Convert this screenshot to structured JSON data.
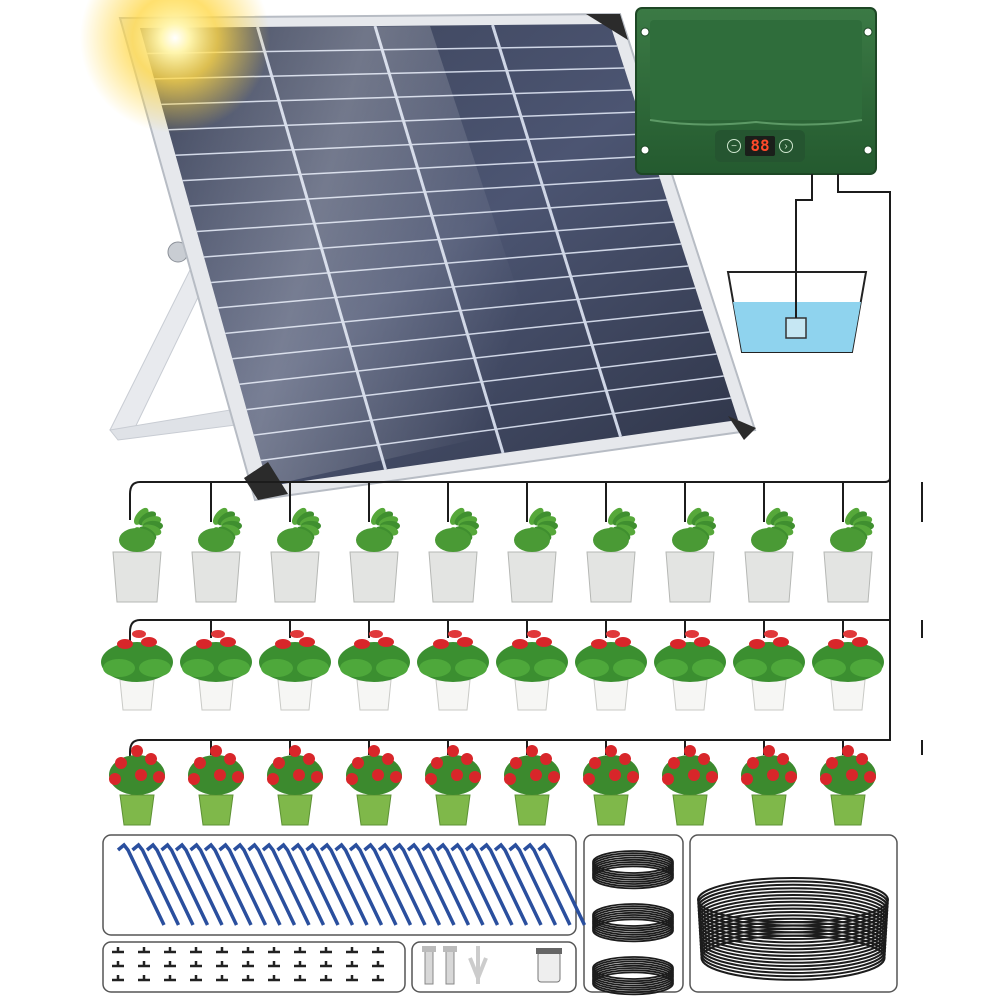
{
  "controller": {
    "display_value": "88",
    "left_button": "minus-icon",
    "right_button": "plus-icon"
  },
  "colors": {
    "controller_body": "#2f6b3a",
    "water": "#8fd3ee",
    "tubing": "#1c1c1c",
    "stake_blue": "#2a4f9e",
    "rose_red": "#d8262a",
    "pot_green": "#7fb84a"
  },
  "plant_rows": [
    {
      "type": "green-succulent",
      "count": 10,
      "pot": "gray-pot"
    },
    {
      "type": "red-anthurium",
      "count": 10,
      "pot": "white-pot"
    },
    {
      "type": "red-rose",
      "count": 10,
      "pot": "green-pot"
    }
  ],
  "accessories": {
    "drip_stakes": 30,
    "tee_connectors": 33,
    "small_tubing_coils": 3,
    "large_tubing_coils": 1
  }
}
